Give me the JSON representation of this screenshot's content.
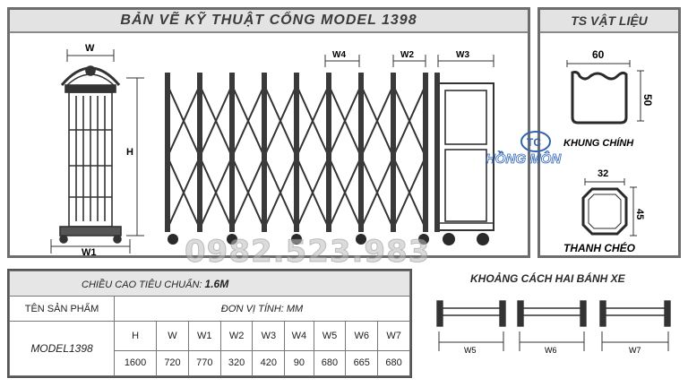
{
  "main_title": "BẢN VẼ KỸ THUẬT CỔNG MODEL 1398",
  "materials_title": "TS VẬT LIỆU",
  "dimensions": {
    "W": "W",
    "H": "H",
    "W1": "W1",
    "W2": "W2",
    "W3": "W3",
    "W4": "W4",
    "W5": "W5",
    "W6": "W6",
    "W7": "W7"
  },
  "materials": {
    "main_frame": {
      "name": "KHUNG CHÍNH",
      "width": "60",
      "height": "50"
    },
    "cross_bar": {
      "name": "THANH CHÉO",
      "width": "32",
      "height": "45"
    }
  },
  "logo": {
    "monogram": "TC",
    "brand": "HỒNG MÔN"
  },
  "watermark_phone": "0982.523.983",
  "table": {
    "standard_height_label": "CHIỀU CAO TIÊU CHUẨN:",
    "standard_height_value": "1.6M",
    "product_name_label": "TÊN SẢN PHẨM",
    "unit_label": "ĐƠN VỊ TÍNH: MM",
    "model": "MODEL1398",
    "columns": [
      "H",
      "W",
      "W1",
      "W2",
      "W3",
      "W4",
      "W5",
      "W6",
      "W7"
    ],
    "values": [
      "1600",
      "720",
      "770",
      "320",
      "420",
      "90",
      "680",
      "665",
      "680"
    ]
  },
  "wheel_title": "KHOẢNG CÁCH HAI BÁNH XE",
  "colors": {
    "frame": "#3a3a3a",
    "panel_border": "#6d6d6d",
    "logo_blue": "#2f63b5",
    "header_bg": "#e3e3e3"
  }
}
